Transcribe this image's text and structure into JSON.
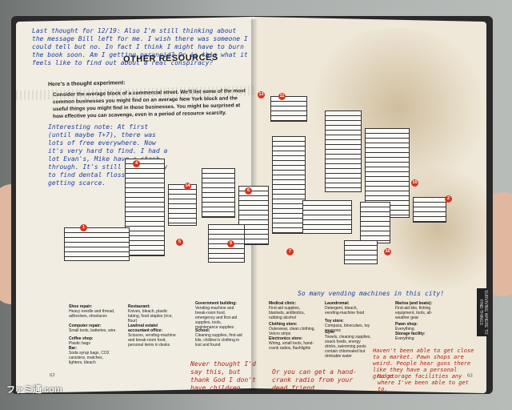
{
  "page_left": {
    "heading": "OTHER RESOURCES",
    "lead": "Here's a thought experiment:",
    "body": "Consider the average block of a commercial street. We'll list some of the most common businesses you might find on an average New York block and the useful things you might find in those businesses. You might be surprised at how effective you can scavenge, even in a period of resource scarcity.",
    "page_number": "62"
  },
  "handwriting": {
    "top": "Last thought for 12/19: Also I'm still thinking about the message Bill left for me. I wish there was someone I could tell but no. In fact I think I might have to burn the book soon. Am I getting paranoid? Or is this what it feels like to find out about a real conspiracy?",
    "side": "Interesting note: At first (until maybe T+7), there was lots of free everywhere. Now it's very hard to find. I had a lot Evan's, Mike have a stash through. It's still really easy to find dental floss. Tampons getting scarce.",
    "vending": "So many vending machines in this city!",
    "never_thought": "Never thought I'd say this, but thank God I don't have children",
    "radio": "Or you can get a hand-crank radio from your dead friend",
    "pawn": "Haven't been able to get close to a market. Pawn shops are weird. People hear guns there like they have a personal grudge",
    "storage": "No storage facilities any where I've been able to get to."
  },
  "legend_left": [
    {
      "n": "1",
      "title": "Shoe repair:",
      "text": "Heavy needle and thread, adhesives, shoelaces"
    },
    {
      "n": "2",
      "title": "Computer repair:",
      "text": "Small tools, batteries, wire"
    },
    {
      "n": "3",
      "title": "Coffee shop:",
      "text": "Plastic bags"
    },
    {
      "n": "4",
      "title": "Bar:",
      "text": "Soda syrup bags, CO2 canisters, matches, lighters, bleach"
    },
    {
      "n": "5",
      "title": "Restaurant:",
      "text": "Knives, bleach, plastic tubing, food staples (rice, flour)"
    },
    {
      "n": "6",
      "title": "Law/real estate/ accountant office:",
      "text": "Scissors, vending-machine and break-room food, personal items in desks"
    },
    {
      "n": "7",
      "title": "Government building:",
      "text": "Vending-machine and break-room food, emergency and first-aid supplies, tools, maintenance supplies"
    },
    {
      "n": "8",
      "title": "School:",
      "text": "Cleaning supplies, first-aid kits, children's clothing in lost and found"
    }
  ],
  "legend_right": [
    {
      "n": "9",
      "title": "Medical clinic:",
      "text": "First-aid supplies, blankets, antibiotics, rubbing alcohol"
    },
    {
      "n": "10",
      "title": "Clothing store:",
      "text": "Outerwear, clean clothing, Velcro strips"
    },
    {
      "n": "11",
      "title": "Electronics store:",
      "text": "Wiring, small tools, hand-crank radios, flashlights"
    },
    {
      "n": "12",
      "title": "Laundromat:",
      "text": "Detergent, bleach, vending-machine food"
    },
    {
      "n": "13",
      "title": "Toy store:",
      "text": "Compass, binoculars, toy weapons"
    },
    {
      "n": "14",
      "title": "Gym:",
      "text": "Towels, cleaning supplies, snack foods, energy drinks, swimming pools contain chlorinated but drinkable water"
    },
    {
      "n": "15",
      "title": "Marina (and boats):",
      "text": "First-aid kits, fishing equipment, tools, all-weather gear"
    },
    {
      "n": "16",
      "title": "Pawn shop:",
      "text": "Everything"
    },
    {
      "n": "17",
      "title": "Storage facility:",
      "text": "Everything"
    }
  ],
  "page_right": {
    "page_number": "63",
    "tab_text": "SURVIVING WHERE TO FIND THINGS"
  },
  "watermark": "ファミ通.com",
  "colors": {
    "ink_blue": "#1b3fa0",
    "ink_red": "#b02318",
    "marker_red": "#d3361f",
    "paper": "#f1ede3"
  }
}
